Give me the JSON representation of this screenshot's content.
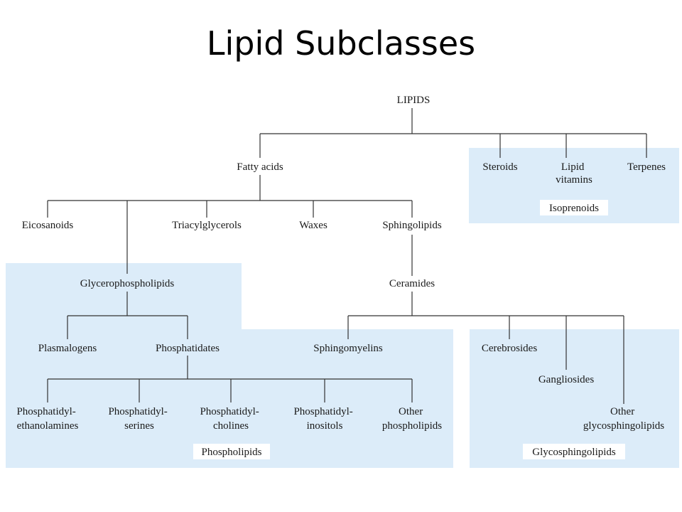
{
  "title": "Lipid Subclasses",
  "nodes": {
    "lipids": "LIPIDS",
    "fatty_acids": "Fatty acids",
    "steroids": "Steroids",
    "lipid_vitamins": [
      "Lipid",
      "vitamins"
    ],
    "terpenes": "Terpenes",
    "eicosanoids": "Eicosanoids",
    "triacylglycerols": "Triacylglycerols",
    "waxes": "Waxes",
    "sphingolipids": "Sphingolipids",
    "glycerophospholipids": "Glycerophospholipids",
    "ceramides": "Ceramides",
    "plasmalogens": "Plasmalogens",
    "phosphatidates": "Phosphatidates",
    "sphingomyelins": "Sphingomyelins",
    "cerebrosides": "Cerebrosides",
    "gangliosides": "Gangliosides",
    "other_glycosphingolipids": [
      "Other",
      "glycosphingolipids"
    ],
    "pe": [
      "Phosphatidyl-",
      "ethanolamines"
    ],
    "ps": [
      "Phosphatidyl-",
      "serines"
    ],
    "pc": [
      "Phosphatidyl-",
      "cholines"
    ],
    "pi": [
      "Phosphatidyl-",
      "inositols"
    ],
    "other_phospholipids": [
      "Other",
      "phospholipids"
    ]
  },
  "group_labels": {
    "isoprenoids": "Isoprenoids",
    "phospholipids": "Phospholipids",
    "glycosphingolipids": "Glycosphingolipids"
  }
}
